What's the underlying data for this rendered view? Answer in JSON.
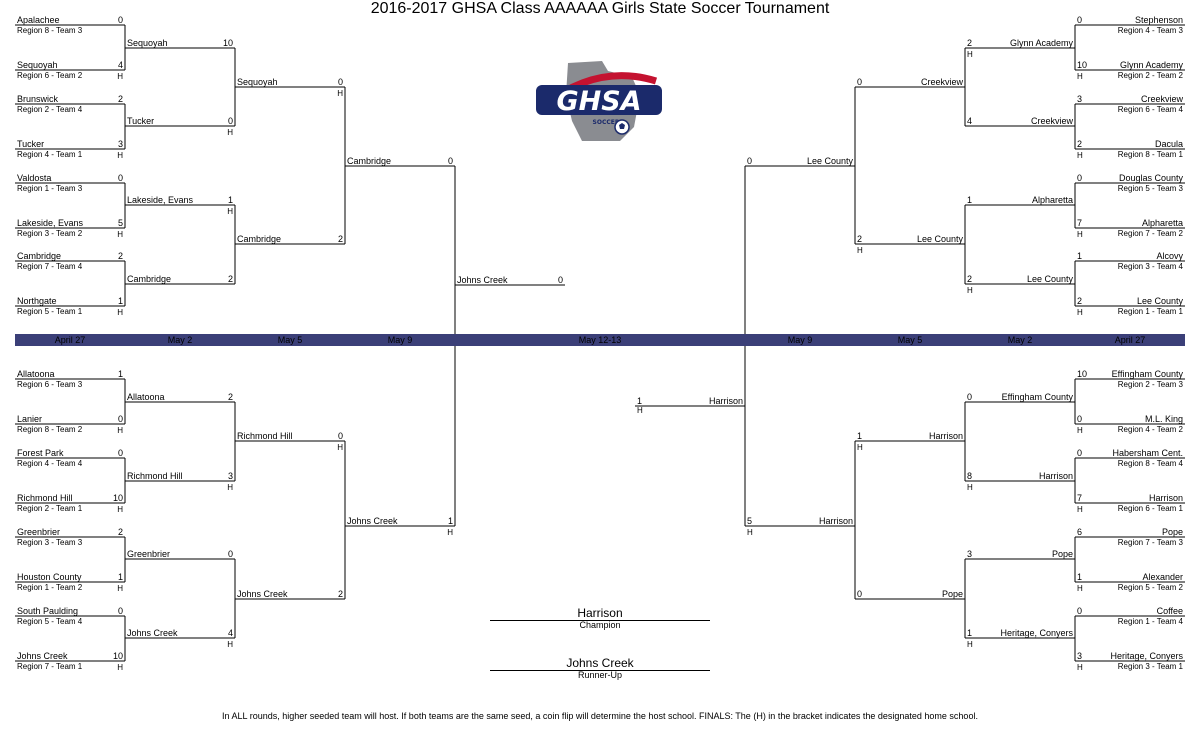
{
  "title": "2016-2017 GHSA Class AAAAAA Girls State Soccer Tournament",
  "logo": {
    "main_text": "GHSA",
    "sub_text": "SOCCER"
  },
  "colors": {
    "band": "#3b3f78",
    "band_text": "#ffffff",
    "logo_navy": "#1b2a6b",
    "logo_red": "#c41230",
    "logo_gray": "#8a8c91"
  },
  "round_band": {
    "labels": [
      "April 27",
      "May 2",
      "May 5",
      "May 9",
      "May 12-13",
      "May 9",
      "May 5",
      "May 2",
      "April 27"
    ]
  },
  "rounds": {
    "top_left": {
      "first": [
        {
          "team": "Apalachee",
          "seed": "Region 8 - Team 3",
          "score": "0",
          "home": ""
        },
        {
          "team": "Sequoyah",
          "seed": "Region 6 - Team 2",
          "score": "4",
          "home": "H"
        },
        {
          "team": "Brunswick",
          "seed": "Region 2 - Team 4",
          "score": "2",
          "home": ""
        },
        {
          "team": "Tucker",
          "seed": "Region 4 - Team 1",
          "score": "3",
          "home": "H"
        },
        {
          "team": "Valdosta",
          "seed": "Region 1 - Team 3",
          "score": "0",
          "home": ""
        },
        {
          "team": "Lakeside, Evans",
          "seed": "Region 3 - Team 2",
          "score": "5",
          "home": "H"
        },
        {
          "team": "Cambridge",
          "seed": "Region 7 - Team 4",
          "score": "2",
          "home": ""
        },
        {
          "team": "Northgate",
          "seed": "Region 5 - Team 1",
          "score": "1",
          "home": "H"
        }
      ],
      "second": [
        {
          "team": "Sequoyah",
          "score": "10",
          "home": ""
        },
        {
          "team": "Tucker",
          "score": "0",
          "home": "H"
        },
        {
          "team": "Lakeside, Evans",
          "score": "1",
          "home": "H"
        },
        {
          "team": "Cambridge",
          "score": "2",
          "home": ""
        }
      ],
      "quarter": [
        {
          "team": "Sequoyah",
          "score": "0",
          "home": "H"
        },
        {
          "team": "Cambridge",
          "score": "2",
          "home": ""
        }
      ],
      "semi": [
        {
          "team": "Cambridge",
          "score": "0",
          "home": ""
        }
      ]
    },
    "bottom_left": {
      "first": [
        {
          "team": "Allatoona",
          "seed": "Region 6 - Team 3",
          "score": "1",
          "home": ""
        },
        {
          "team": "Lanier",
          "seed": "Region 8 - Team 2",
          "score": "0",
          "home": "H"
        },
        {
          "team": "Forest Park",
          "seed": "Region 4 - Team 4",
          "score": "0",
          "home": ""
        },
        {
          "team": "Richmond Hill",
          "seed": "Region 2 - Team 1",
          "score": "10",
          "home": "H"
        },
        {
          "team": "Greenbrier",
          "seed": "Region 3 - Team 3",
          "score": "2",
          "home": ""
        },
        {
          "team": "Houston County",
          "seed": "Region 1 - Team 2",
          "score": "1",
          "home": "H"
        },
        {
          "team": "South Paulding",
          "seed": "Region 5 - Team 4",
          "score": "0",
          "home": ""
        },
        {
          "team": "Johns Creek",
          "seed": "Region 7 - Team 1",
          "score": "10",
          "home": "H"
        }
      ],
      "second": [
        {
          "team": "Allatoona",
          "score": "2",
          "home": ""
        },
        {
          "team": "Richmond Hill",
          "score": "3",
          "home": "H"
        },
        {
          "team": "Greenbrier",
          "score": "0",
          "home": ""
        },
        {
          "team": "Johns Creek",
          "score": "4",
          "home": "H"
        }
      ],
      "quarter": [
        {
          "team": "Richmond Hill",
          "score": "0",
          "home": "H"
        },
        {
          "team": "Johns Creek",
          "score": "2",
          "home": ""
        }
      ],
      "semi": [
        {
          "team": "Johns Creek",
          "score": "1",
          "home": "H"
        }
      ]
    },
    "top_right": {
      "first": [
        {
          "team": "Stephenson",
          "seed": "Region 4 - Team 3",
          "score": "0",
          "home": ""
        },
        {
          "team": "Glynn Academy",
          "seed": "Region 2 - Team 2",
          "score": "10",
          "home": "H"
        },
        {
          "team": "Creekview",
          "seed": "Region 6 - Team 4",
          "score": "3",
          "home": ""
        },
        {
          "team": "Dacula",
          "seed": "Region 8 - Team 1",
          "score": "2",
          "home": "H"
        },
        {
          "team": "Douglas County",
          "seed": "Region 5 - Team 3",
          "score": "0",
          "home": ""
        },
        {
          "team": "Alpharetta",
          "seed": "Region 7 - Team 2",
          "score": "7",
          "home": "H"
        },
        {
          "team": "Alcovy",
          "seed": "Region 3 - Team 4",
          "score": "1",
          "home": ""
        },
        {
          "team": "Lee County",
          "seed": "Region 1 - Team 1",
          "score": "2",
          "home": "H"
        }
      ],
      "second": [
        {
          "team": "Glynn Academy",
          "score": "2",
          "home": "H"
        },
        {
          "team": "Creekview",
          "score": "4",
          "home": ""
        },
        {
          "team": "Alpharetta",
          "score": "1",
          "home": ""
        },
        {
          "team": "Lee County",
          "score": "2",
          "home": "H"
        }
      ],
      "quarter": [
        {
          "team": "Creekview",
          "score": "0",
          "home": ""
        },
        {
          "team": "Lee County",
          "score": "2",
          "home": "H"
        }
      ],
      "semi": [
        {
          "team": "Lee County",
          "score": "0",
          "home": ""
        }
      ]
    },
    "bottom_right": {
      "first": [
        {
          "team": "Effingham County",
          "seed": "Region 2 - Team 3",
          "score": "10",
          "home": ""
        },
        {
          "team": "M.L. King",
          "seed": "Region 4 - Team 2",
          "score": "0",
          "home": "H"
        },
        {
          "team": "Habersham Cent.",
          "seed": "Region 8 - Team 4",
          "score": "0",
          "home": ""
        },
        {
          "team": "Harrison",
          "seed": "Region 6 - Team 1",
          "score": "7",
          "home": "H"
        },
        {
          "team": "Pope",
          "seed": "Region 7 - Team 3",
          "score": "6",
          "home": ""
        },
        {
          "team": "Alexander",
          "seed": "Region 5 - Team 2",
          "score": "1",
          "home": "H"
        },
        {
          "team": "Coffee",
          "seed": "Region 1 - Team 4",
          "score": "0",
          "home": ""
        },
        {
          "team": "Heritage, Conyers",
          "seed": "Region 3 - Team 1",
          "score": "3",
          "home": "H"
        }
      ],
      "second": [
        {
          "team": "Effingham County",
          "score": "0",
          "home": ""
        },
        {
          "team": "Harrison",
          "score": "8",
          "home": "H"
        },
        {
          "team": "Pope",
          "score": "3",
          "home": ""
        },
        {
          "team": "Heritage, Conyers",
          "score": "1",
          "home": "H"
        }
      ],
      "quarter": [
        {
          "team": "Harrison",
          "score": "1",
          "home": "H"
        },
        {
          "team": "Pope",
          "score": "0",
          "home": ""
        }
      ],
      "semi": [
        {
          "team": "Harrison",
          "score": "5",
          "home": "H"
        }
      ]
    },
    "finals": [
      {
        "team": "Johns Creek",
        "score": "0",
        "home": ""
      },
      {
        "team": "Harrison",
        "score": "1",
        "home": "H"
      }
    ]
  },
  "results": {
    "champion": "Harrison",
    "champion_label": "Champion",
    "runner_up": "Johns Creek",
    "runner_up_label": "Runner-Up"
  },
  "footnote": "In ALL rounds, higher seeded team will host. If both teams are the same seed, a coin flip will determine the host school. FINALS: The (H) in the bracket indicates the designated home school."
}
